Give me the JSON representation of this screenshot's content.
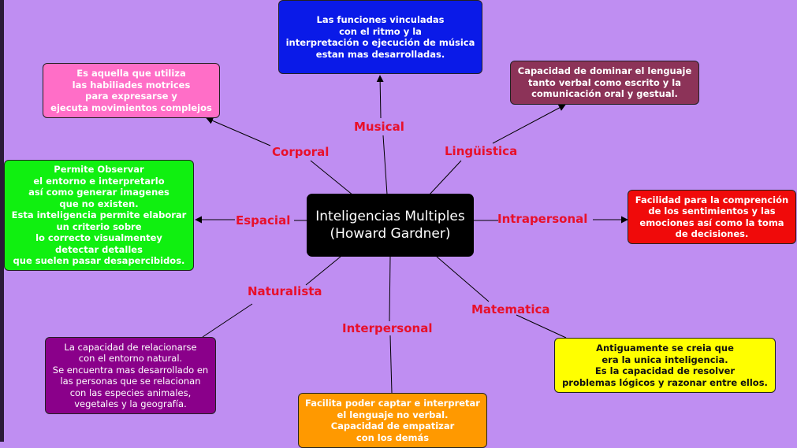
{
  "colors": {
    "background": "#bf8ef2",
    "label_text": "#e8102a",
    "musical": "#0a1ae8",
    "corporal": "#ff6ec7",
    "linguistica": "#8c3358",
    "espacial": "#10f010",
    "intrapersonal": "#f00a0a",
    "naturalista": "#8a008a",
    "interpersonal": "#ff9900",
    "matematica": "#ffff00"
  },
  "center": {
    "title": "Inteligencias Multiples\n(Howard Gardner)"
  },
  "labels": {
    "musical": "Musical",
    "corporal": "Corporal",
    "linguistica": "Lingüistica",
    "espacial": "Espacial",
    "intrapersonal": "Intrapersonal",
    "naturalista": "Naturalista",
    "interpersonal": "Interpersonal",
    "matematica": "Matematica"
  },
  "descriptions": {
    "musical": "Las funciones vinculadas\ncon el ritmo y la\ninterpretación o ejecución de música\nestan mas desarrolladas.",
    "corporal": "Es aquella que utiliza\nlas habiliades motrices\npara expresarse y\nejecuta movimientos complejos",
    "linguistica": "Capacidad de dominar el lenguaje\ntanto verbal como escrito y la\ncomunicación oral y gestual.",
    "espacial": "Permite Observar\nel entorno e interpretarlo\nasí como generar imagenes\nque no existen.\nEsta inteligencia permite elaborar\nun criterio sobre\nlo correcto visualmentey\ndetectar detalles\nque suelen pasar desapercibidos.",
    "intrapersonal": "Facilidad para la comprención\nde los sentimientos y las\nemociones así como la toma\nde decisiones.",
    "naturalista": "La capacidad de relacionarse\ncon el entorno natural.\nSe encuentra mas desarrollado en\nlas personas que se relacionan\ncon las especies animales,\nvegetales y la geografía.",
    "interpersonal": "Facilita poder captar e interpretar\nel lenguaje no verbal.\nCapacidad de empatizar\ncon los demás",
    "matematica": "Antiguamente se creia que\nera la unica inteligencia.\nEs la capacidad de resolver\nproblemas lógicos y razonar entre ellos."
  }
}
